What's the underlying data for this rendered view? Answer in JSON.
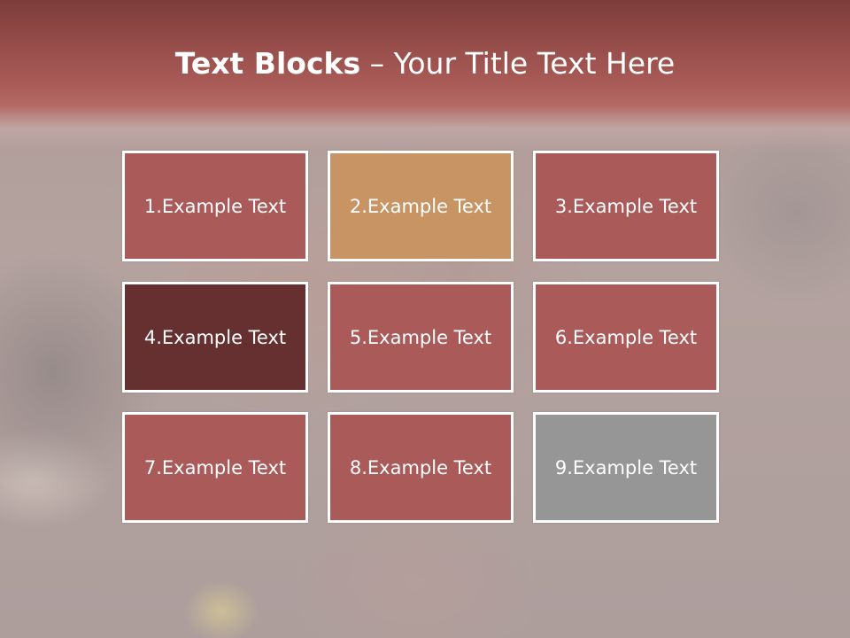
{
  "slide": {
    "title_bold": "Text Blocks",
    "title_dash": " – ",
    "title_rest": "Your Title Text Here"
  },
  "blocks": [
    {
      "label": "1.Example Text",
      "color": "#aa5856"
    },
    {
      "label": "2.Example Text",
      "color": "#c89462"
    },
    {
      "label": "3.Example Text",
      "color": "#aa5856"
    },
    {
      "label": "4.Example Text",
      "color": "#642e2e"
    },
    {
      "label": "5.Example Text",
      "color": "#aa5856"
    },
    {
      "label": "6.Example Text",
      "color": "#aa5856"
    },
    {
      "label": "7.Example Text",
      "color": "#aa5856"
    },
    {
      "label": "8.Example Text",
      "color": "#aa5856"
    },
    {
      "label": "9.Example Text",
      "color": "#969696"
    }
  ]
}
